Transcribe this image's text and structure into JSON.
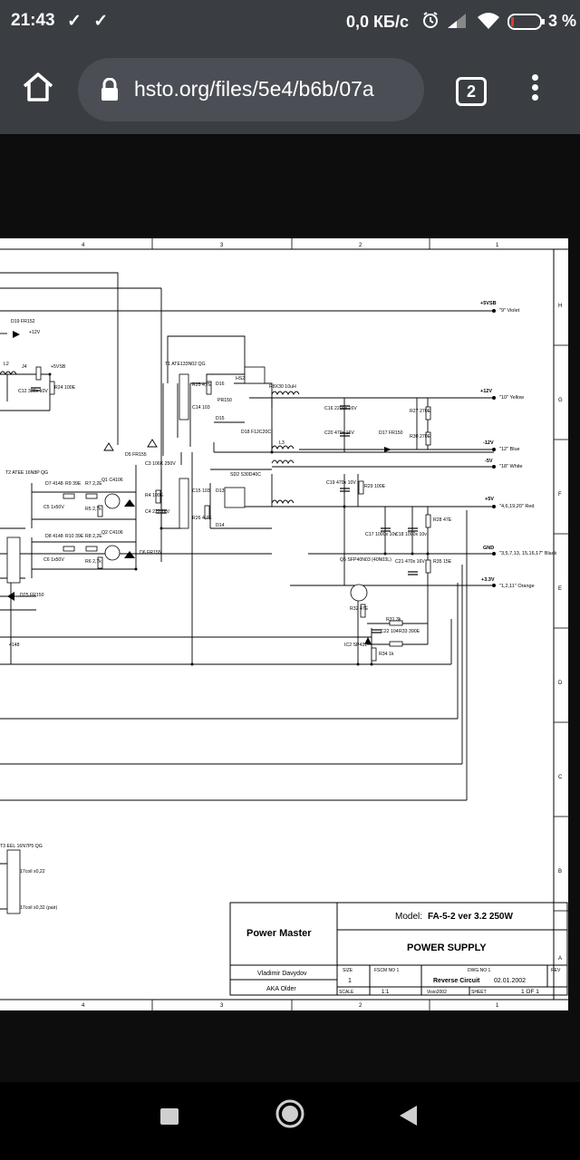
{
  "status_bar": {
    "time": "21:43",
    "notifications": "✓ ✓",
    "network_speed": "0,0 КБ/с",
    "battery_percent": "3 %"
  },
  "browser": {
    "url": "hsto.org/files/5e4/b6b/07a",
    "tab_count": "2"
  },
  "schematic": {
    "column_numbers": [
      "4",
      "3",
      "2",
      "1"
    ],
    "row_letters": [
      "H",
      "G",
      "F",
      "E",
      "D",
      "C",
      "B",
      "A"
    ],
    "rail_labels": [
      {
        "label": "+5VSB",
        "desc": "\"9\" Violet"
      },
      {
        "label": "+12V",
        "desc": "\"10\" Yellow"
      },
      {
        "label": "-12V",
        "desc": "\"12\" Blue"
      },
      {
        "label": "-5V",
        "desc": "\"18\" White"
      },
      {
        "label": "+5V",
        "desc": "\"4,6,19,20\" Red"
      },
      {
        "label": "GND",
        "desc": "\"3,5,7,13, 15,16,17\" Black"
      },
      {
        "label": "+3.3V",
        "desc": "\"1,2,11\" Orange"
      }
    ],
    "components": [
      "D19 FR152",
      "+12V",
      "L2",
      "J4",
      "+5VSB",
      "C12 330x 10V",
      "R24 100E",
      "T1 ATE133N02 QG",
      "R25 4,7E",
      "C14 103",
      "D16",
      "D15",
      "PR150",
      "HS2",
      "D18 F12C20C",
      "R8X30 10uH",
      "L3",
      "C16 2200x 16V",
      "C20 470x 16V",
      "R27 270E",
      "R30 270E",
      "D17 FR150",
      "T2 ATEE 16N8P QG",
      "D7 4148",
      "R9 39E",
      "R7 2,2E",
      "Q1 C4106",
      "C5 1x50V",
      "R5 2,7k",
      "D8 4148",
      "R10 39E",
      "R8 2,2E",
      "Q2 C4106",
      "C6 1x50V",
      "R6 2,7k",
      "D5 FR155",
      "D6 FR155",
      "C3 106K 250V",
      "R4 100E",
      "C4 222 1kV",
      "SD2 S30D40C",
      "C15 103",
      "D13",
      "D14",
      "R26 4,7E",
      "C19 470x 10V",
      "R29 100E",
      "C17 1000x 10v",
      "C18 1000x 10v",
      "R28 47E",
      "Q5 SFP40N03 (40N03L)",
      "C21 470x 16V",
      "R35 15E",
      "R32 47E",
      "R31 3k",
      "C22 104",
      "R33 390E",
      "IC2 SP431",
      "R34 1k",
      "D25 FR150",
      "4148",
      "T3 EEL 16N7P5 QG",
      "17coil x0,22",
      "17coil x0,32 (pair)"
    ],
    "title_block": {
      "company": "Power Master",
      "model_label": "Model:",
      "model": "FA-5-2 ver 3.2 250W",
      "title": "POWER SUPPLY",
      "author": "Vladimir Davydov",
      "aka": "AKA Older",
      "size_label": "SIZE",
      "size": "1",
      "fscm_label": "FSCM NO 1",
      "dwg_label": "DWG NO 1",
      "dwg": "Reverse Circuit",
      "date": "02.01.2002",
      "rev_label": "REV",
      "scale_label": "SCALE",
      "scale": "1:1",
      "tool": "Visio2002",
      "sheet_label": "SHEET",
      "sheet": "1 OF 1"
    }
  }
}
